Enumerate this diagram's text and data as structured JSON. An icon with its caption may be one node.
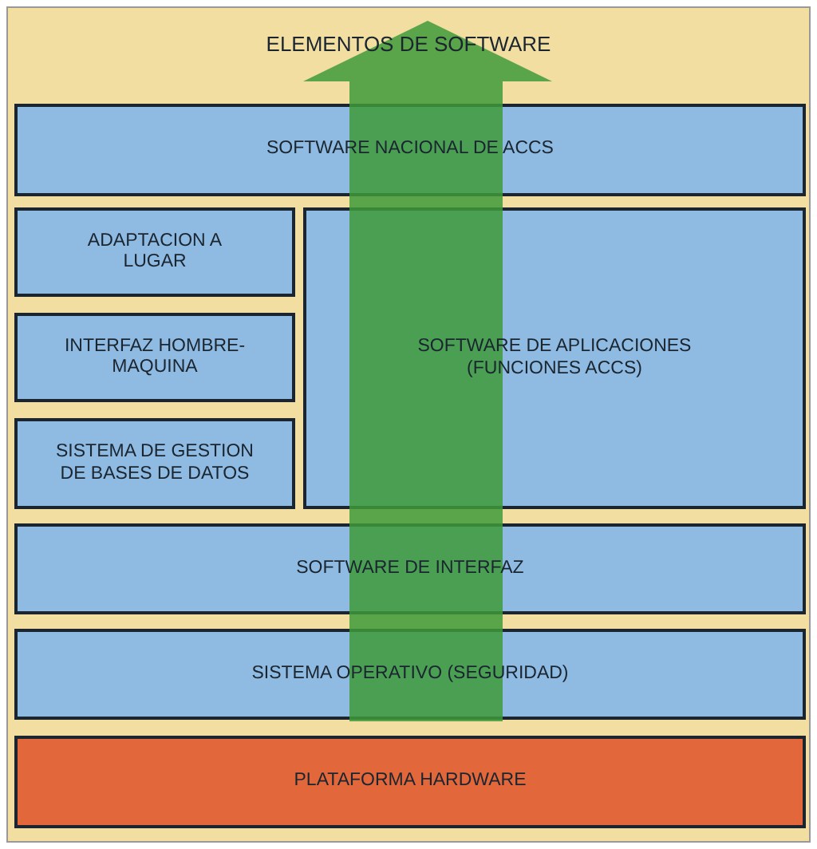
{
  "diagram": {
    "nodes": [
      {
        "text": [
          "ELEMENTOS DE SOFTWARE"
        ]
      },
      {
        "text": [
          "SOFTWARE NACIONAL DE ACCS"
        ],
        "in": 0
      },
      {
        "text": [
          "ADAPTACION A LUGAR"
        ],
        "in": 0
      },
      {
        "text": [
          "SOFTWARE DE APLICACIONES (FUNCIONES ACCS)"
        ],
        "in": 0
      },
      {
        "text": [
          "INTERFAZ HOMBRE-MAQUINA"
        ],
        "in": 0
      },
      {
        "text": [
          "SISTEMA DE GESTION DE BASES DE DATOS"
        ],
        "in": 0
      },
      {
        "text": [
          "SOFTWARE DE INTERFAZ"
        ],
        "in": 0
      },
      {
        "text": [
          "SISTEMA OPERATIVO (SEGURIDAD)"
        ],
        "in": 0
      },
      {
        "text": [
          "PLATAFORMA HARDWARE"
        ],
        "in": 0
      }
    ],
    "edges": []
  }
}
